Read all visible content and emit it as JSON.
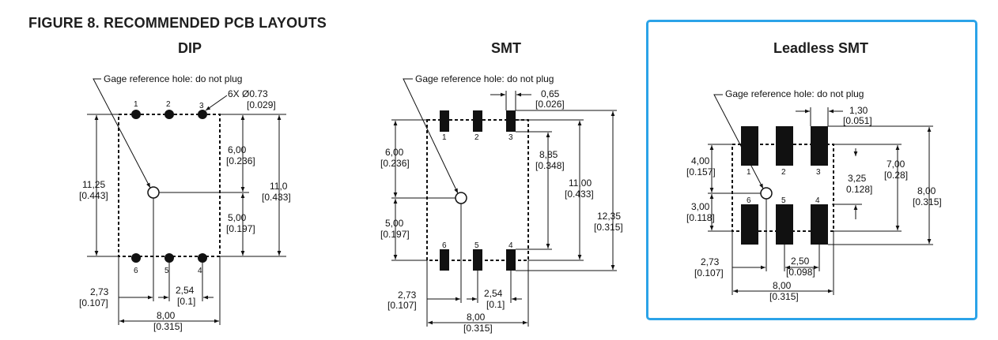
{
  "figure_title": "FIGURE 8. RECOMMENDED PCB LAYOUTS",
  "colors": {
    "frame_accent": "#2ba3e8",
    "ink": "#111111"
  },
  "dip": {
    "title": "DIP",
    "callout": "Gage reference hole: do not plug",
    "hole_spec": "6X Ø0.73",
    "hole_spec_in": "[0.029]",
    "pins": [
      "1",
      "2",
      "3",
      "6",
      "5",
      "4"
    ],
    "dims": {
      "top_mm": "6,00",
      "top_in": "[0.236]",
      "bottom_mm": "5,00",
      "bottom_in": "[0.197]",
      "overall_mm": "11,0",
      "overall_in": "[0.433]",
      "left_mm": "11,25",
      "left_in": "[0.443]",
      "offset_mm": "2,73",
      "offset_in": "[0.107]",
      "pitch_mm": "2,54",
      "pitch_in": "[0.1]",
      "width_mm": "8,00",
      "width_in": "[0.315]"
    }
  },
  "smt": {
    "title": "SMT",
    "callout": "Gage reference hole: do not plug",
    "pins": [
      "1",
      "2",
      "3",
      "6",
      "5",
      "4"
    ],
    "dims": {
      "pad_mm": "0,65",
      "pad_in": "[0.026]",
      "top_mm": "6,00",
      "top_in": "[0.236]",
      "bottom_mm": "5,00",
      "bottom_in": "[0.197]",
      "inner_mm": "8,85",
      "inner_in": "[0.348]",
      "mid_mm": "11,00",
      "mid_in": "[0.433]",
      "overall_mm": "12,35",
      "overall_in": "[0.315]",
      "offset_mm": "2,73",
      "offset_in": "[0.107]",
      "pitch_mm": "2,54",
      "pitch_in": "[0.1]",
      "width_mm": "8,00",
      "width_in": "[0.315]"
    }
  },
  "leadless": {
    "title": "Leadless SMT",
    "callout": "Gage reference hole: do not plug",
    "pins": [
      "1",
      "2",
      "3",
      "6",
      "5",
      "4"
    ],
    "dims": {
      "pad_mm": "1,30",
      "pad_in": "[0.051]",
      "top_mm": "4,00",
      "top_in": "[0.157]",
      "bottom_mm": "3,00",
      "bottom_in": "[0.118]",
      "half_mm": "3,25",
      "half_in": "0.128]",
      "inner_mm": "7,00",
      "inner_in": "[0.28]",
      "overall_mm": "8,00",
      "overall_in": "[0.315]",
      "offset_mm": "2,73",
      "offset_in": "[0.107]",
      "pitch_mm": "2,50",
      "pitch_in": "[0.098]",
      "width_mm": "8,00",
      "width_in": "[0.315]"
    }
  }
}
